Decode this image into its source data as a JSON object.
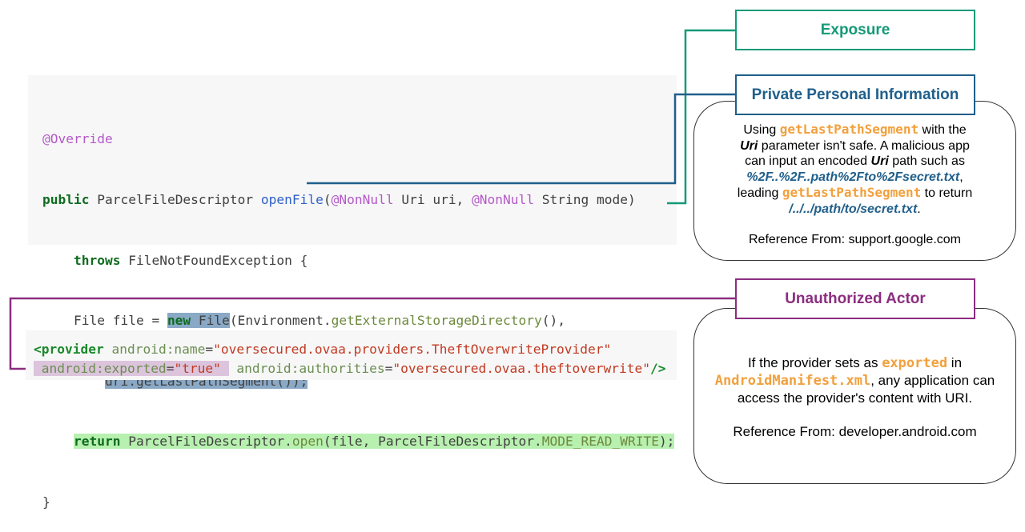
{
  "code_java": {
    "l1_ann": "@Override",
    "l2_kw": "public",
    "l2_type": "ParcelFileDescriptor",
    "l2_fn": "openFile",
    "l2_open": "(",
    "l2_ann1": "@NonNull",
    "l2_p1": " Uri uri, ",
    "l2_ann2": "@NonNull",
    "l2_p2": " String mode)",
    "l3_kw": "throws",
    "l3_rest": " FileNotFoundException {",
    "l4_a": "File file = ",
    "l4_new": "new",
    "l4_file": " File",
    "l4_b": "(Environment.",
    "l4_call": "getExternalStorageDirectory",
    "l4_c": "(),",
    "l5_hl": "uri.getLastPathSegment());",
    "l6_kw": "return",
    "l6_a": " ParcelFileDescriptor.",
    "l6_call": "open",
    "l6_b": "(file, ParcelFileDescriptor.",
    "l6_const": "MODE_READ_WRITE",
    "l6_c": ");",
    "l7": "}"
  },
  "code_xml": {
    "tag_open": "<provider",
    "attr_name": "android:name",
    "eq": "=",
    "val_name": "\"oversecured.ovaa.providers.TheftOverwriteProvider\"",
    "attr_exported": "android:exported",
    "val_exported": "\"true\"",
    "attr_auth": "android:authorities",
    "val_auth": "\"oversecured.ovaa.theftoverwrite\"",
    "tag_close": "/>"
  },
  "labels": {
    "exposure": "Exposure",
    "ppi": "Private Personal Information",
    "unauthorized": "Unauthorized Actor"
  },
  "bubble_ppi": {
    "t1": "Using ",
    "c1": "getLastPathSegment",
    "t2": " with the",
    "b1": "Uri",
    "t3": " parameter isn't safe. A malicious app",
    "t4": "can input an encoded ",
    "b2": "Uri",
    "t5": " path such as",
    "enc": "%2F..%2F..path%2Fto%2Fsecret.txt",
    "t6": ",",
    "t7": "leading ",
    "c2": "getLastPathSegment",
    "t8": " to return",
    "path": "/../../path/to/secret.txt",
    "t9": ".",
    "ref": "Reference From: support.google.com"
  },
  "bubble_ua": {
    "t1": "If the provider sets as ",
    "c1": "exported",
    "t2": " in",
    "c2": "AndroidManifest.xml",
    "t3": ", any application can",
    "t4": "access the provider's content with URI.",
    "ref": "Reference From: developer.android.com"
  },
  "colors": {
    "exposure": "#159a78",
    "ppi": "#1f5f8b",
    "unauthorized": "#8b2d80",
    "highlight_blue": "#8aa9c6",
    "highlight_green": "#b8f0b0",
    "highlight_purple": "#dcc4dc",
    "code_orange": "#f2a03d"
  }
}
